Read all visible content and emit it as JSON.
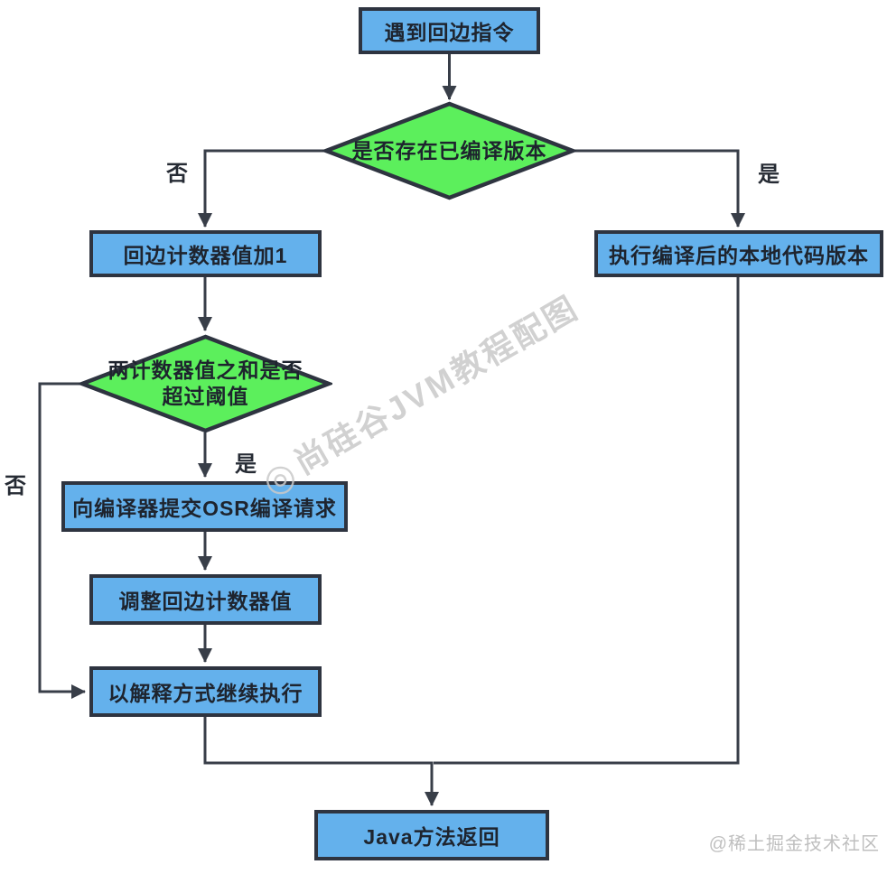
{
  "nodes": {
    "start": {
      "label": "遇到回边指令"
    },
    "decision_compiled": {
      "label": "是否存在已编译版本"
    },
    "inc_counter": {
      "label": "回边计数器值加1"
    },
    "exec_native": {
      "label": "执行编译后的本地代码版本"
    },
    "decision_threshold": {
      "label": "两计数器值之和是否\n超过阈值"
    },
    "submit_osr": {
      "label": "向编译器提交OSR编译请求"
    },
    "adjust_counter": {
      "label": "调整回边计数器值"
    },
    "interpret_continue": {
      "label": "以解释方式继续执行"
    },
    "java_return": {
      "label": "Java方法返回"
    }
  },
  "edge_labels": {
    "compiled_no": "否",
    "compiled_yes": "是",
    "threshold_yes": "是",
    "threshold_no": "否"
  },
  "watermark": {
    "text": "尚硅谷JVM教程配图"
  },
  "credit": {
    "text": "@稀土掘金技术社区"
  },
  "colors": {
    "process_fill": "#64B1EC",
    "decision_fill": "#5CEF5C",
    "shape_border": "#2E3440",
    "arrow": "#383E48",
    "node_text": "#1E242E",
    "watermark_text": "#C9C9C9",
    "credit_text": "#BFBFBF",
    "background": "#FFFFFF"
  }
}
